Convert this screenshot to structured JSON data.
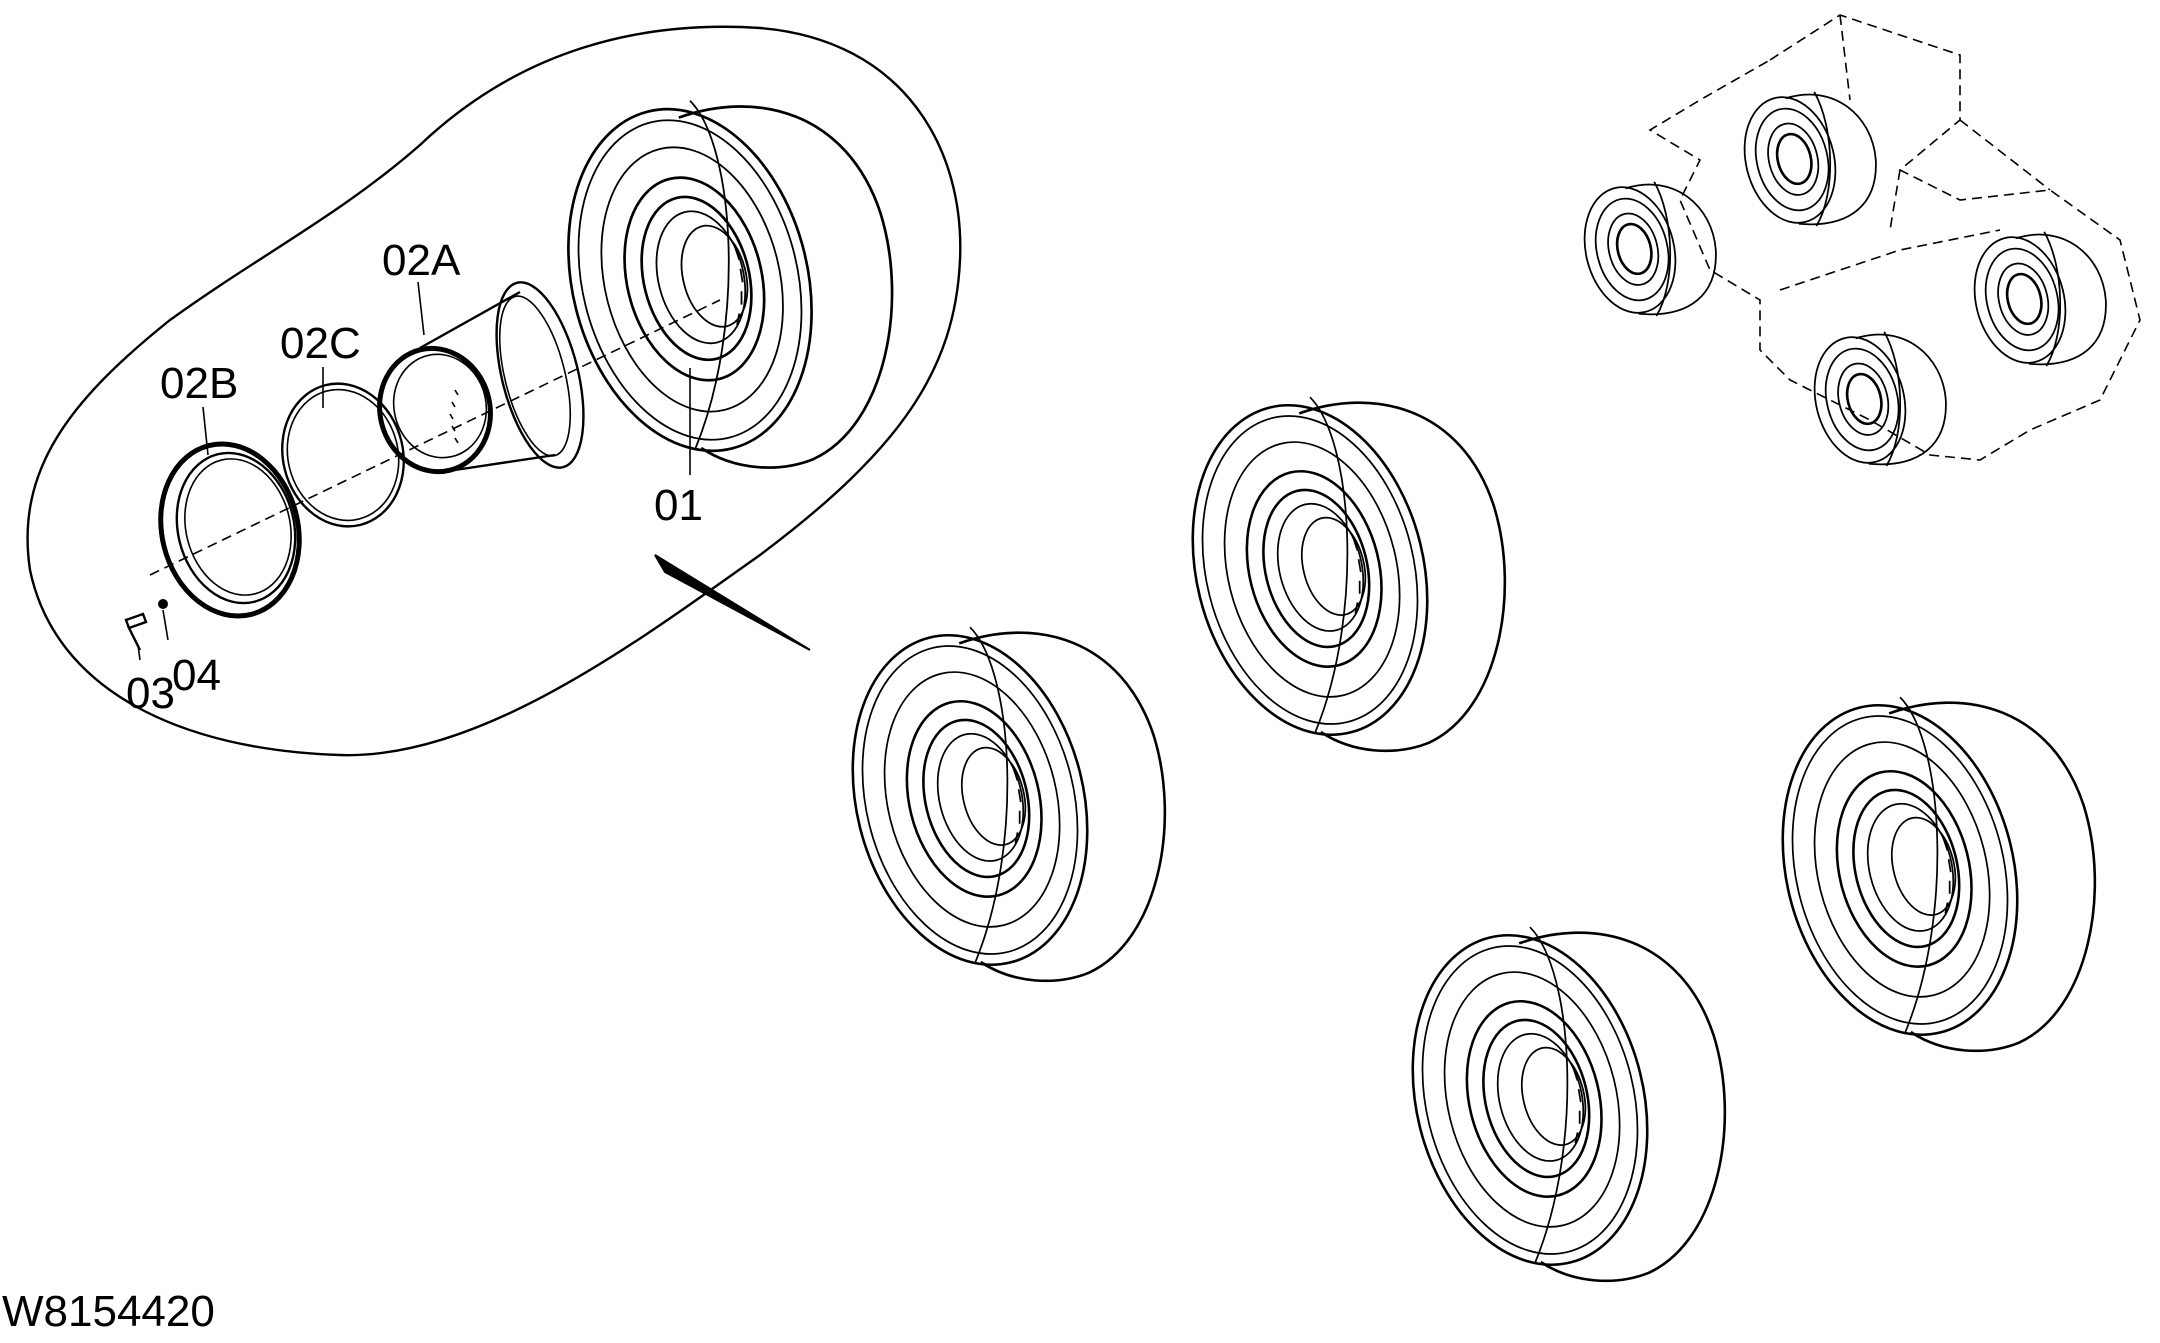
{
  "diagram": {
    "drawing_code": "W8154420",
    "callouts": {
      "p01": "01",
      "p02a": "02A",
      "p02b": "02B",
      "p02c": "02C",
      "p03": "03",
      "p04": "04"
    }
  }
}
